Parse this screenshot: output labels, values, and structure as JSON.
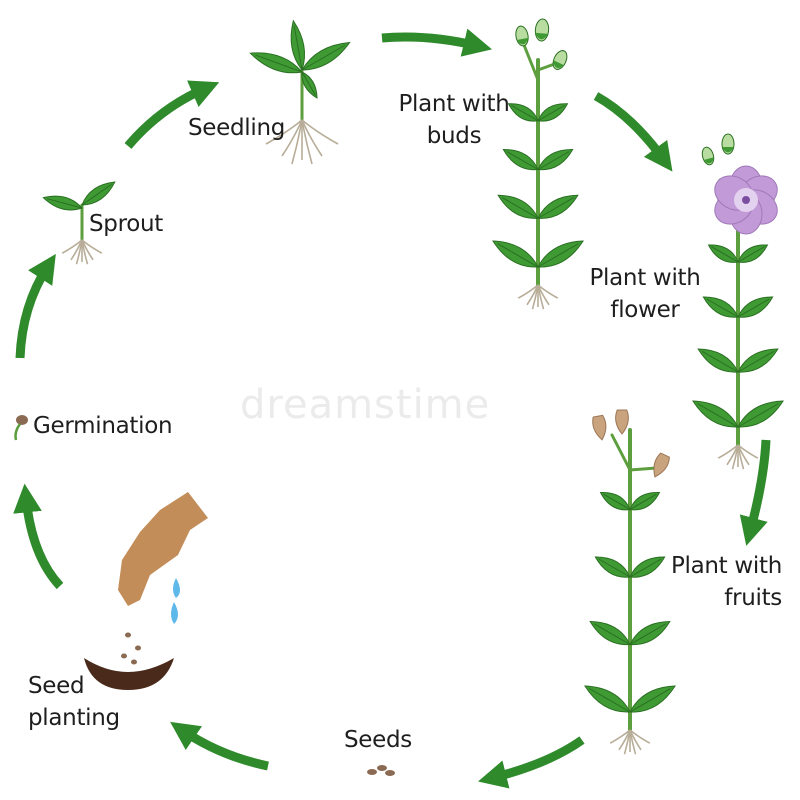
{
  "colors": {
    "arrow": "#2f8a2b",
    "leaf": "#3f9a34",
    "leaf_dark": "#2a6f22",
    "stem": "#5d9e3e",
    "root": "#b8ad98",
    "flower": "#c39ad8",
    "flower_center": "#e3d1f0",
    "bud": "#b9dca0",
    "fruit": "#c9a27e",
    "soil": "#4a2a1a",
    "hand": "#c38d5a",
    "water": "#5fb8ea",
    "seed": "#8a6a52",
    "text": "#1e1e1e",
    "watermark": "#ebebeb"
  },
  "stages": {
    "seedling": "Seedling",
    "buds": [
      "Plant with",
      "buds"
    ],
    "flower": [
      "Plant with",
      "flower"
    ],
    "fruits": [
      "Plant with",
      "fruits"
    ],
    "seeds": "Seeds",
    "planting": [
      "Seed",
      "planting"
    ],
    "germination": "Germination",
    "sprout": "Sprout"
  },
  "watermark": "dreamstime"
}
